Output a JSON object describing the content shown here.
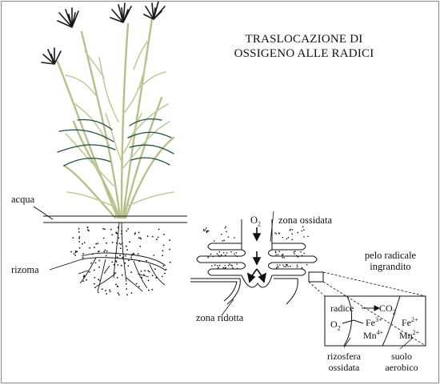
{
  "title_line1": "TRASLOCAZIONE DI",
  "title_line2": "OSSIGENO ALLE RADICI",
  "labels": {
    "acqua": "acqua",
    "rizoma": "rizoma",
    "o2_top": "O",
    "o2_top_sub": "2",
    "zona_ossidata": "zona ossidata",
    "zona_ridotta": "zona ridotta",
    "pelo_line1": "pelo radicale",
    "pelo_line2": "ingrandito",
    "radice": "radice",
    "co2": "CO",
    "co2_sub": "2",
    "o2_box": "O",
    "o2_box_sub": "2",
    "fe3": "Fe",
    "fe3_sup": "3+",
    "mn4": "Mn",
    "mn4_sup": "4+",
    "fe2": "Fe",
    "fe2_sup": "2+",
    "mn2": "Mn",
    "mn2_sup": "2+",
    "rizosfera_line1": "rizosfera",
    "rizosfera_line2": "ossidata",
    "suolo_line1": "suolo",
    "suolo_line2": "aerobico"
  },
  "colors": {
    "plant_stem": "#b9bf8a",
    "plant_dark_leaf": "#1f4f3f",
    "seed_head": "#1a1a1a",
    "line": "#111111"
  }
}
